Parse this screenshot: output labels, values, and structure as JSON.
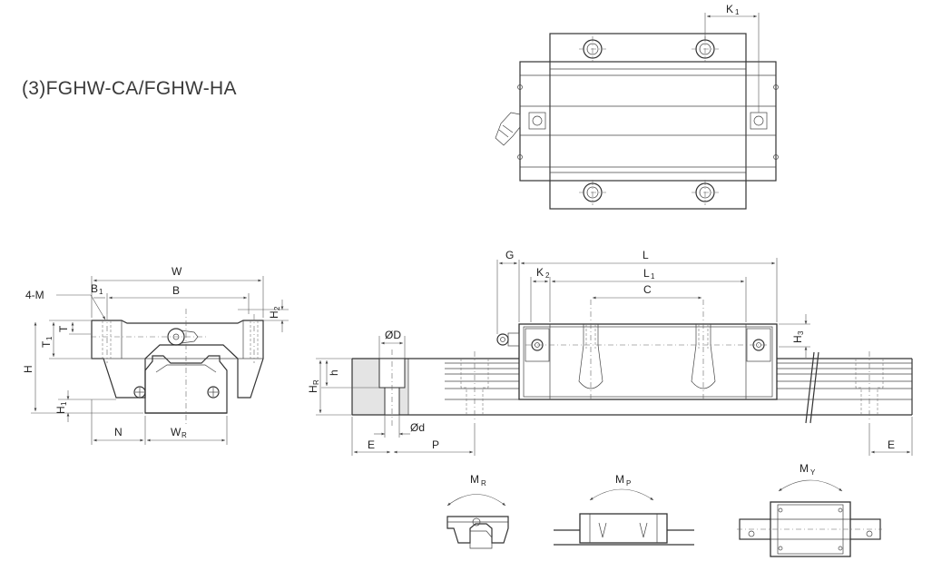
{
  "title": "(3)FGHW-CA/FGHW-HA",
  "labels": {
    "k1": "K",
    "k1_sub": "1",
    "g": "G",
    "l": "L",
    "k2": "K",
    "k2_sub": "2",
    "l1": "L",
    "l1_sub": "1",
    "c": "C",
    "h3": "H",
    "h3_sub": "3",
    "od": "ØD",
    "h_small": "h",
    "hr": "H",
    "hr_sub": "R",
    "d_small": "Ød",
    "e_left": "E",
    "p": "P",
    "e_right": "E",
    "w": "W",
    "b1": "B",
    "b1_sub": "1",
    "b": "B",
    "four_m": "4-M",
    "h2": "H",
    "h2_sub": "2",
    "t1": "T",
    "t1_sub": "1",
    "t": "T",
    "h_big": "H",
    "h1": "H",
    "h1_sub": "1",
    "n": "N",
    "wr": "W",
    "wr_sub": "R",
    "mr": "M",
    "mr_sub": "R",
    "mp": "M",
    "mp_sub": "P",
    "my": "M",
    "my_sub": "Y"
  },
  "colors": {
    "line": "#333333",
    "hatch": "#e4e4e4",
    "background": "#ffffff"
  }
}
